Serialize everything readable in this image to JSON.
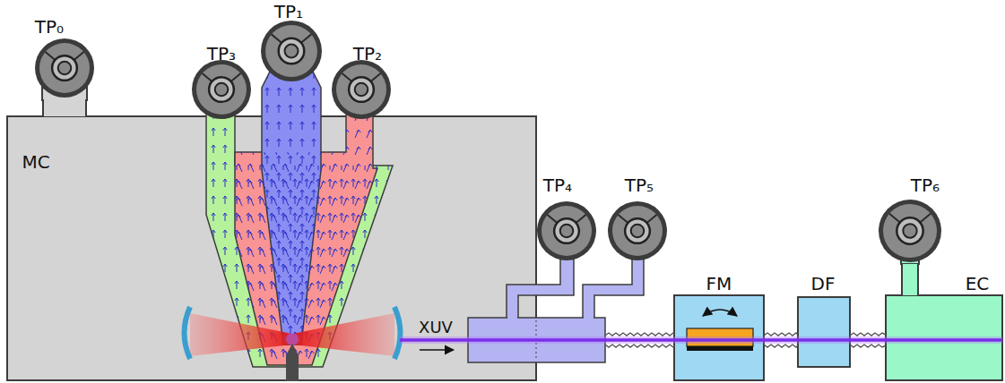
{
  "diagram": {
    "nodes": [
      {
        "text": [
          "TP₀"
        ]
      },
      {
        "text": [
          "TP₃"
        ]
      },
      {
        "text": [
          "TP₁"
        ]
      },
      {
        "text": [
          "TP₂"
        ]
      },
      {
        "text": [
          "MC"
        ]
      },
      {
        "text": [
          "TP₄"
        ]
      },
      {
        "text": [
          "TP₅"
        ]
      },
      {
        "text": [
          "FM"
        ]
      },
      {
        "text": [
          "DF"
        ]
      },
      {
        "text": [
          "TP₆"
        ]
      },
      {
        "text": [
          "EC"
        ]
      }
    ],
    "edges": [
      {
        "from": 0,
        "to": 4,
        "arrow": "none"
      },
      {
        "from": 7,
        "to": 8,
        "arrow": "none"
      },
      {
        "from": 8,
        "to": 10,
        "arrow": "none"
      },
      {
        "from": 9,
        "to": 10,
        "arrow": "none"
      }
    ],
    "labels": [
      "XUV"
    ]
  }
}
